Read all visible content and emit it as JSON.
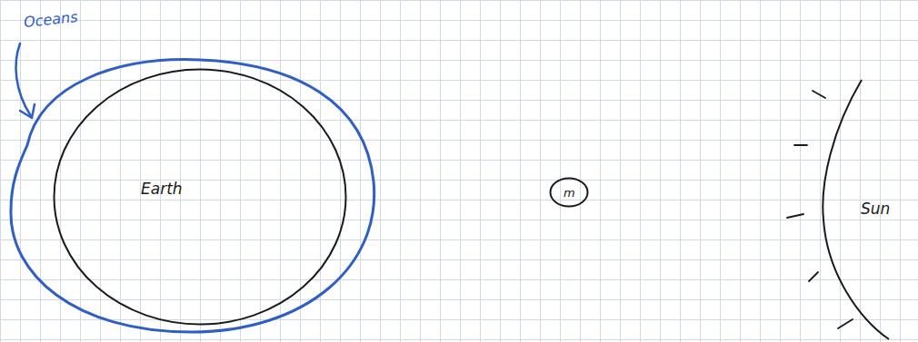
{
  "diagram": {
    "nodes": [
      {
        "text": [
          "Earth"
        ]
      },
      {
        "text": [
          "m"
        ]
      },
      {
        "text": [
          "Sun"
        ]
      }
    ],
    "labels": [
      "Oceans"
    ]
  }
}
